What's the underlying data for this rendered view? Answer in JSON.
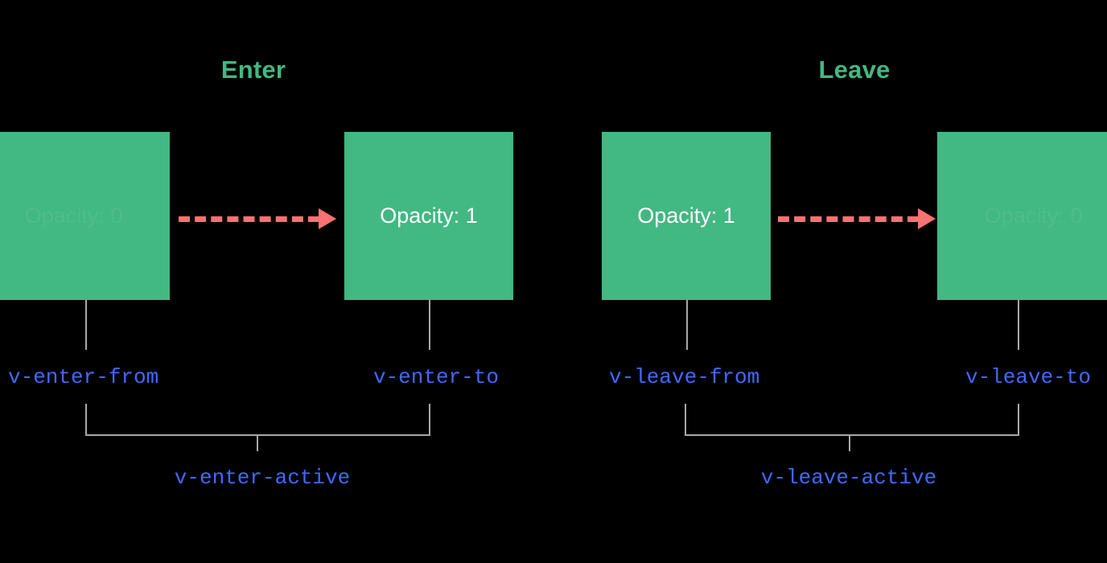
{
  "diagram": {
    "title_enter": "Enter",
    "title_leave": "Leave",
    "colors": {
      "background": "#000000",
      "box_green": "#42b883",
      "title_green": "#42b883",
      "arrow_red": "#fc7171",
      "class_blue": "#4169ff",
      "leader_gray": "#a8a8a8",
      "box_text_white": "#ffffff"
    }
  },
  "enter": {
    "title": "Enter",
    "from_box": {
      "label": "Opacity: 0",
      "faded": true,
      "class_name": "v-enter-from"
    },
    "to_box": {
      "label": "Opacity: 1",
      "faded": false,
      "class_name": "v-enter-to"
    },
    "active_class": "v-enter-active"
  },
  "leave": {
    "title": "Leave",
    "from_box": {
      "label": "Opacity: 1",
      "faded": false,
      "class_name": "v-leave-from"
    },
    "to_box": {
      "label": "Opacity: 0",
      "faded": true,
      "class_name": "v-leave-to"
    },
    "active_class": "v-leave-active"
  }
}
